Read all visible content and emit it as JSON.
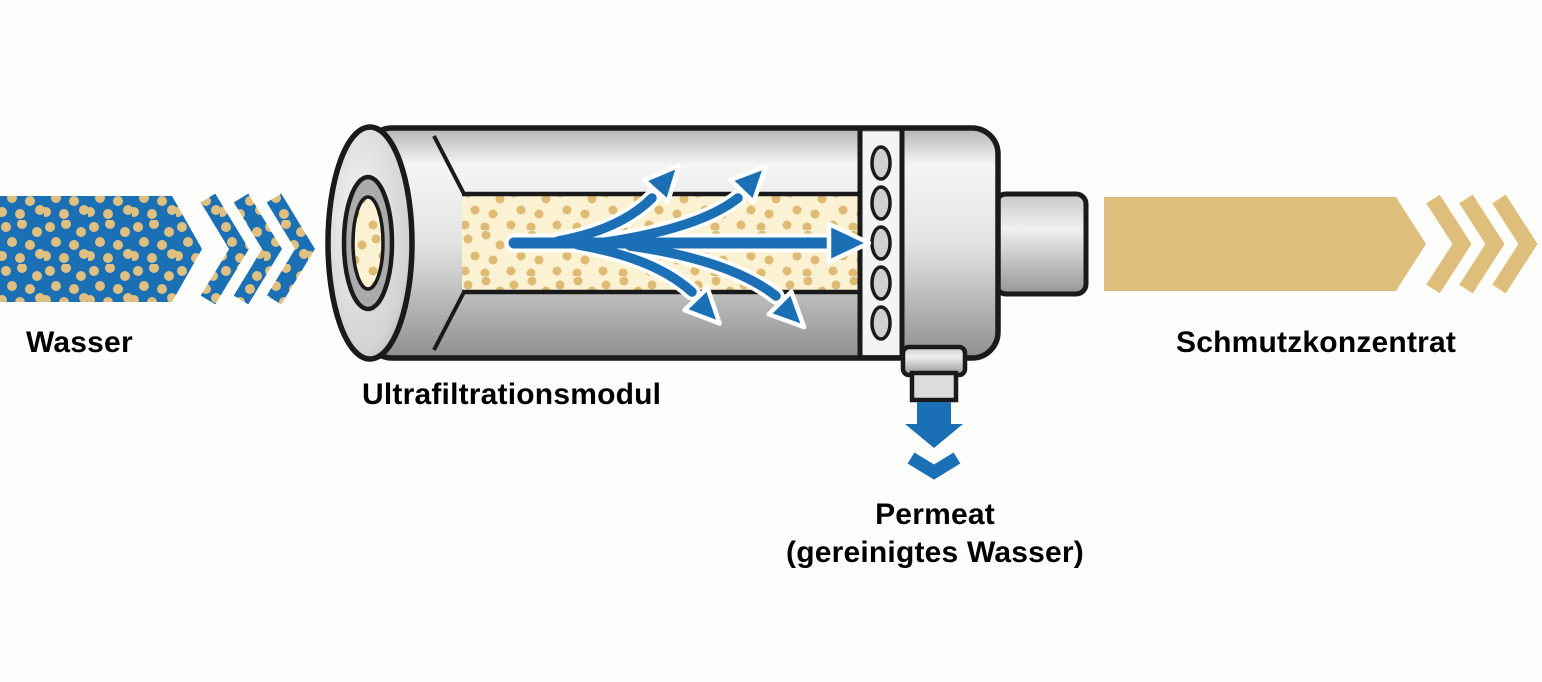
{
  "labels": {
    "feed": "Wasser",
    "module": "Ultrafiltrationsmodul",
    "concentrate": "Schmutzkonzentrat",
    "permeate_line1": "Permeat",
    "permeate_line2": "(gereinigtes Wasser)"
  },
  "colors": {
    "water_blue": "#1b6fb5",
    "concentrate_tan": "#ddbe7a",
    "particle_tan": "#dfc081",
    "membrane_cream": "#fbf2d4",
    "outline_black": "#1a1a1a"
  }
}
